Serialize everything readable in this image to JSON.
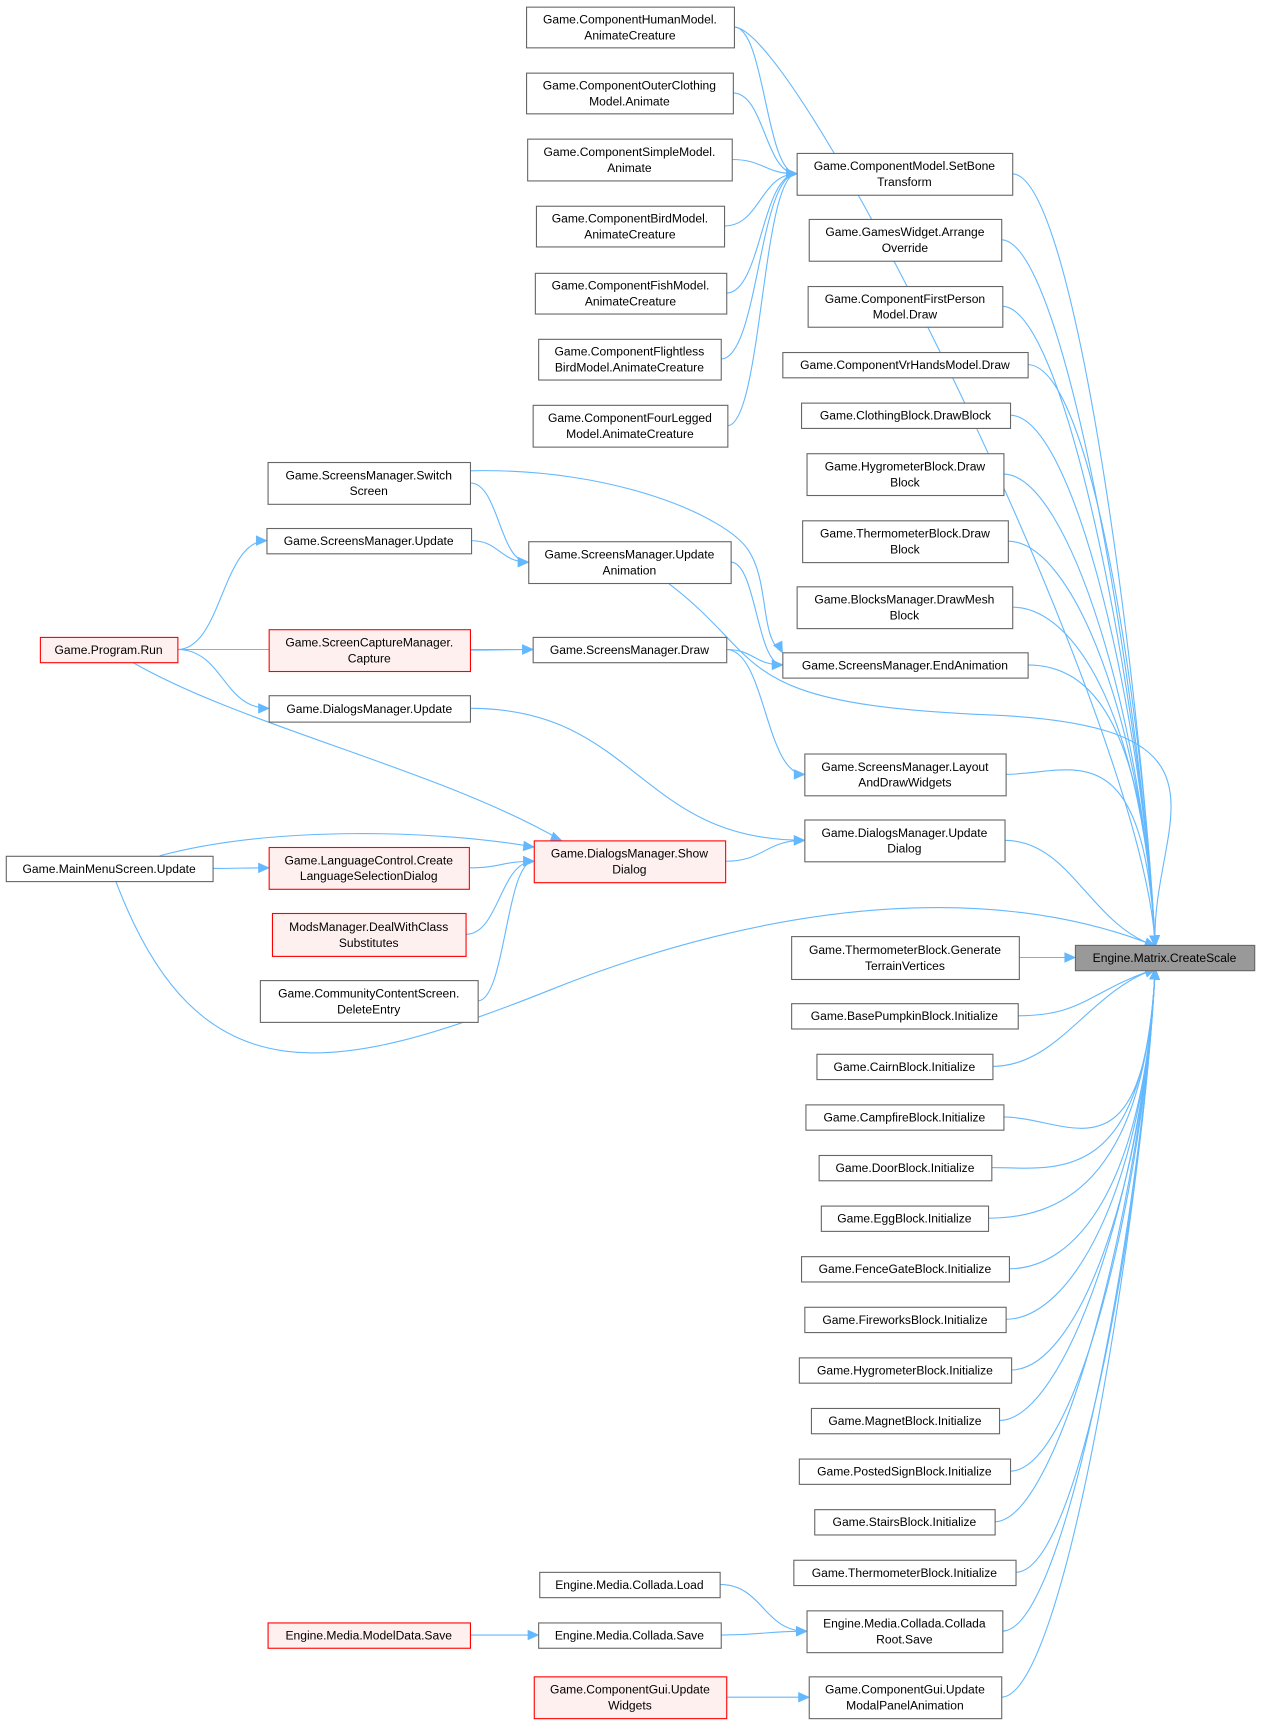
{
  "graph": {
    "target": "Engine.Matrix.CreateScale",
    "nodes": [
      {
        "id": "n1",
        "lines": [
          "Game.ComponentHumanModel.",
          "AnimateCreature"
        ]
      },
      {
        "id": "n2",
        "lines": [
          "Game.ComponentOuterClothing",
          "Model.Animate"
        ]
      },
      {
        "id": "n3",
        "lines": [
          "Game.ComponentSimpleModel.",
          "Animate"
        ]
      },
      {
        "id": "n4",
        "lines": [
          "Game.ComponentBirdModel.",
          "AnimateCreature"
        ]
      },
      {
        "id": "n5",
        "lines": [
          "Game.ComponentFishModel.",
          "AnimateCreature"
        ]
      },
      {
        "id": "n6",
        "lines": [
          "Game.ComponentFlightless",
          "BirdModel.AnimateCreature"
        ]
      },
      {
        "id": "n7",
        "lines": [
          "Game.ComponentFourLegged",
          "Model.AnimateCreature"
        ]
      },
      {
        "id": "n8",
        "lines": [
          "Game.ComponentModel.SetBone",
          "Transform"
        ]
      },
      {
        "id": "n9",
        "lines": [
          "Game.GamesWidget.Arrange",
          "Override"
        ]
      },
      {
        "id": "n10",
        "lines": [
          "Game.ComponentFirstPerson",
          "Model.Draw"
        ]
      },
      {
        "id": "n11",
        "lines": [
          "Game.ComponentVrHandsModel.Draw"
        ]
      },
      {
        "id": "n12",
        "lines": [
          "Game.ClothingBlock.DrawBlock"
        ]
      },
      {
        "id": "n13",
        "lines": [
          "Game.HygrometerBlock.Draw",
          "Block"
        ]
      },
      {
        "id": "n14",
        "lines": [
          "Game.ThermometerBlock.Draw",
          "Block"
        ]
      },
      {
        "id": "n15",
        "lines": [
          "Game.BlocksManager.DrawMesh",
          "Block"
        ]
      },
      {
        "id": "n16",
        "lines": [
          "Game.ScreensManager.EndAnimation"
        ]
      },
      {
        "id": "n17",
        "lines": [
          "Game.ScreensManager.Layout",
          "AndDrawWidgets"
        ]
      },
      {
        "id": "n18",
        "lines": [
          "Game.DialogsManager.Update",
          "Dialog"
        ]
      },
      {
        "id": "n19",
        "lines": [
          "Game.ThermometerBlock.Generate",
          "TerrainVertices"
        ]
      },
      {
        "id": "n20",
        "lines": [
          "Engine.Matrix.CreateScale"
        ],
        "style": "target"
      },
      {
        "id": "n21",
        "lines": [
          "Game.BasePumpkinBlock.Initialize"
        ]
      },
      {
        "id": "n22",
        "lines": [
          "Game.CairnBlock.Initialize"
        ]
      },
      {
        "id": "n23",
        "lines": [
          "Game.CampfireBlock.Initialize"
        ]
      },
      {
        "id": "n24",
        "lines": [
          "Game.DoorBlock.Initialize"
        ]
      },
      {
        "id": "n25",
        "lines": [
          "Game.EggBlock.Initialize"
        ]
      },
      {
        "id": "n26",
        "lines": [
          "Game.FenceGateBlock.Initialize"
        ]
      },
      {
        "id": "n27",
        "lines": [
          "Game.FireworksBlock.Initialize"
        ]
      },
      {
        "id": "n28",
        "lines": [
          "Game.HygrometerBlock.Initialize"
        ]
      },
      {
        "id": "n29",
        "lines": [
          "Game.MagnetBlock.Initialize"
        ]
      },
      {
        "id": "n30",
        "lines": [
          "Game.PostedSignBlock.Initialize"
        ]
      },
      {
        "id": "n31",
        "lines": [
          "Game.StairsBlock.Initialize"
        ]
      },
      {
        "id": "n32",
        "lines": [
          "Game.ThermometerBlock.Initialize"
        ]
      },
      {
        "id": "n33",
        "lines": [
          "Engine.Media.Collada.Collada",
          "Root.Save"
        ]
      },
      {
        "id": "n34",
        "lines": [
          "Game.ComponentGui.Update",
          "ModalPanelAnimation"
        ]
      },
      {
        "id": "n35",
        "lines": [
          "Game.ScreensManager.Switch",
          "Screen"
        ]
      },
      {
        "id": "n36",
        "lines": [
          "Game.ScreensManager.Update"
        ]
      },
      {
        "id": "n37",
        "lines": [
          "Game.ScreensManager.Update",
          "Animation"
        ]
      },
      {
        "id": "n38",
        "lines": [
          "Game.Program.Run"
        ],
        "style": "red"
      },
      {
        "id": "n39",
        "lines": [
          "Game.ScreenCaptureManager.",
          "Capture"
        ],
        "style": "red"
      },
      {
        "id": "n40",
        "lines": [
          "Game.ScreensManager.Draw"
        ]
      },
      {
        "id": "n41",
        "lines": [
          "Game.DialogsManager.Update"
        ]
      },
      {
        "id": "n42",
        "lines": [
          "Game.DialogsManager.Show",
          "Dialog"
        ],
        "style": "red"
      },
      {
        "id": "n43",
        "lines": [
          "Game.LanguageControl.Create",
          "LanguageSelectionDialog"
        ],
        "style": "red"
      },
      {
        "id": "n44",
        "lines": [
          "Game.MainMenuScreen.Update"
        ]
      },
      {
        "id": "n45",
        "lines": [
          "ModsManager.DealWithClass",
          "Substitutes"
        ],
        "style": "red"
      },
      {
        "id": "n46",
        "lines": [
          "Game.CommunityContentScreen.",
          "DeleteEntry"
        ]
      },
      {
        "id": "n47",
        "lines": [
          "Engine.Media.Collada.Load"
        ]
      },
      {
        "id": "n48",
        "lines": [
          "Engine.Media.Collada.Save"
        ]
      },
      {
        "id": "n49",
        "lines": [
          "Engine.Media.ModelData.Save"
        ],
        "style": "red"
      },
      {
        "id": "n50",
        "lines": [
          "Game.ComponentGui.Update",
          "Widgets"
        ],
        "style": "red"
      }
    ],
    "edges": [
      [
        "n1",
        "n20"
      ],
      [
        "n1",
        "n8"
      ],
      [
        "n2",
        "n8"
      ],
      [
        "n3",
        "n8"
      ],
      [
        "n4",
        "n8"
      ],
      [
        "n5",
        "n8"
      ],
      [
        "n6",
        "n8"
      ],
      [
        "n7",
        "n8"
      ],
      [
        "n8",
        "n20"
      ],
      [
        "n9",
        "n20"
      ],
      [
        "n10",
        "n20"
      ],
      [
        "n11",
        "n20"
      ],
      [
        "n12",
        "n20"
      ],
      [
        "n13",
        "n20"
      ],
      [
        "n14",
        "n20"
      ],
      [
        "n15",
        "n20"
      ],
      [
        "n16",
        "n20"
      ],
      [
        "n17",
        "n20"
      ],
      [
        "n18",
        "n20"
      ],
      [
        "n19",
        "n20"
      ],
      [
        "n21",
        "n20"
      ],
      [
        "n22",
        "n20"
      ],
      [
        "n23",
        "n20"
      ],
      [
        "n24",
        "n20"
      ],
      [
        "n25",
        "n20"
      ],
      [
        "n26",
        "n20"
      ],
      [
        "n27",
        "n20"
      ],
      [
        "n28",
        "n20"
      ],
      [
        "n29",
        "n20"
      ],
      [
        "n30",
        "n20"
      ],
      [
        "n31",
        "n20"
      ],
      [
        "n32",
        "n20"
      ],
      [
        "n33",
        "n20"
      ],
      [
        "n34",
        "n20"
      ],
      [
        "n35",
        "n37"
      ],
      [
        "n35",
        "n16"
      ],
      [
        "n36",
        "n37"
      ],
      [
        "n37",
        "n16"
      ],
      [
        "n37",
        "n20"
      ],
      [
        "n38",
        "n36"
      ],
      [
        "n38",
        "n40"
      ],
      [
        "n38",
        "n41"
      ],
      [
        "n38",
        "n42"
      ],
      [
        "n39",
        "n40"
      ],
      [
        "n40",
        "n16"
      ],
      [
        "n40",
        "n17"
      ],
      [
        "n41",
        "n18"
      ],
      [
        "n42",
        "n18"
      ],
      [
        "n43",
        "n42"
      ],
      [
        "n44",
        "n43"
      ],
      [
        "n44",
        "n42"
      ],
      [
        "n44",
        "n20"
      ],
      [
        "n45",
        "n42"
      ],
      [
        "n46",
        "n42"
      ],
      [
        "n47",
        "n33"
      ],
      [
        "n48",
        "n33"
      ],
      [
        "n49",
        "n48"
      ],
      [
        "n50",
        "n34"
      ]
    ]
  }
}
